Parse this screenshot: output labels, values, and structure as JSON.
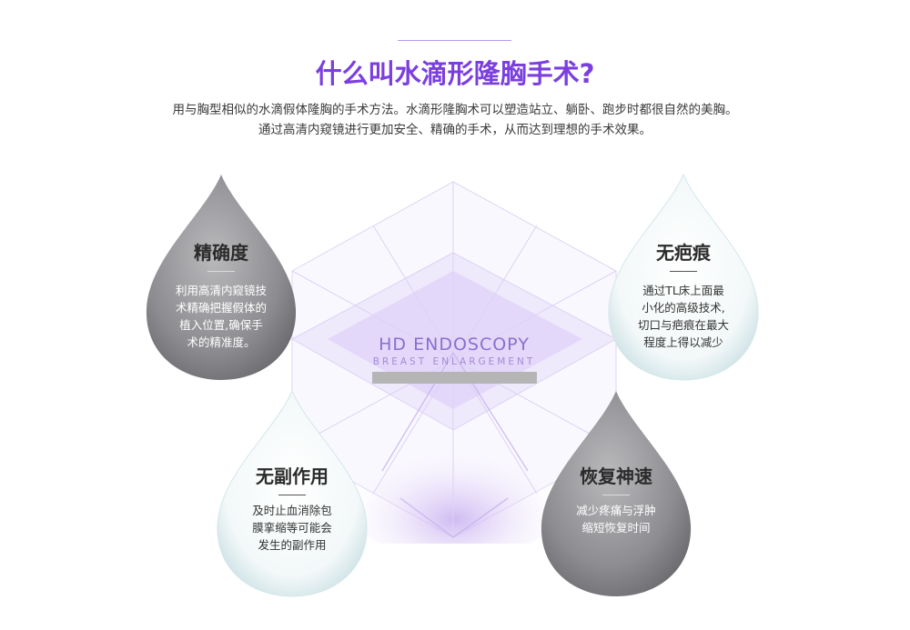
{
  "header": {
    "title": "什么叫水滴形隆胸手术?",
    "subtitle_lines": [
      "用与胸型相似的水滴假体隆胸的手术方法。水滴形隆胸术可以塑造站立、躺卧、跑步时都很自然的美胸。",
      "通过高清内窥镜进行更加安全、精确的手术，从而达到理想的手术效果。"
    ]
  },
  "logo": {
    "main": "HD ENDOSCOPY",
    "sub": "BREAST ENLARGEMENT"
  },
  "features": {
    "precision": {
      "title": "精确度",
      "lines": [
        "利用高清内窥镜技",
        "术精确把握假体的",
        "植入位置,确保手",
        "术的精准度。"
      ]
    },
    "no_scar": {
      "title": "无疤痕",
      "lines": [
        "通过TL床上面最",
        "小化的高级技术,",
        "切口与疤痕在最大",
        "程度上得以减少"
      ]
    },
    "no_side_effect": {
      "title": "无副作用",
      "lines": [
        "及时止血消除包",
        "膜挛缩等可能会",
        "发生的副作用"
      ]
    },
    "fast_recovery": {
      "title": "恢复神速",
      "lines": [
        "减少疼痛与浮肿",
        "缩短恢复时间"
      ]
    }
  },
  "colors": {
    "title": "#7b3fe0",
    "cube_accent": "#c9b5f2",
    "dark_drop": "#8f8f93",
    "light_drop": "#f2f7f8"
  }
}
